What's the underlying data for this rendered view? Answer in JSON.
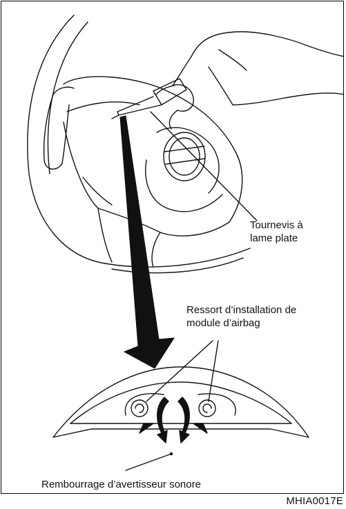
{
  "labels": {
    "tool_line1": "Tournevis à",
    "tool_line2": "lame plate",
    "spring_line1": "Ressort d’installation de",
    "spring_line2": "module d’airbag",
    "pad": "Rembourrage d’avertisseur sonore"
  },
  "figure_code": "MHIA0017E"
}
